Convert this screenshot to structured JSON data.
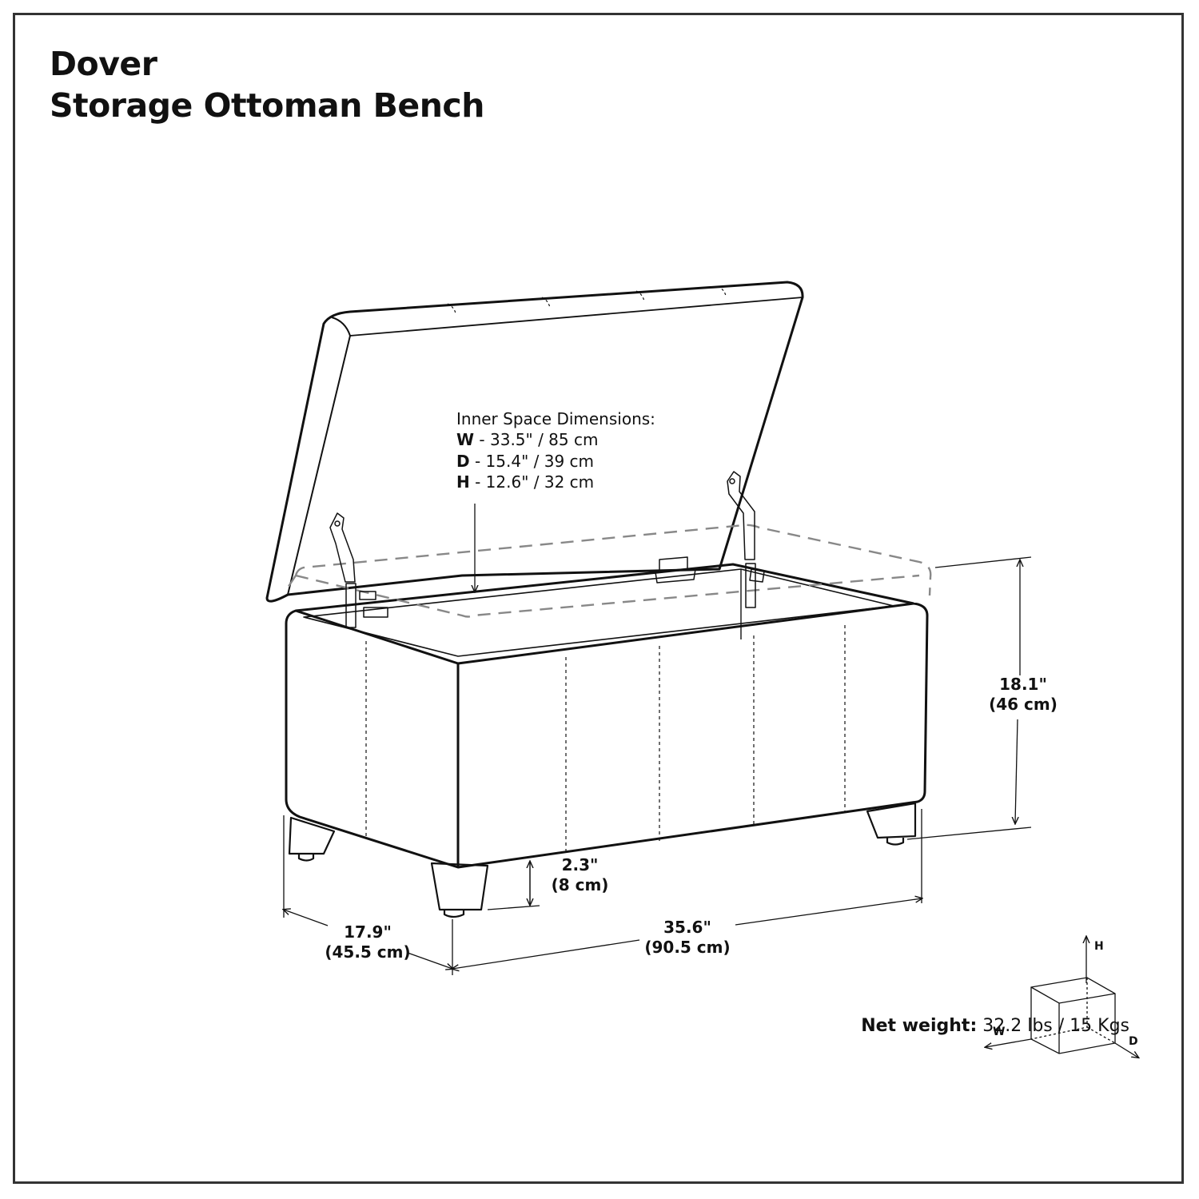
{
  "title": {
    "line1": "Dover",
    "line2": "Storage Ottoman Bench"
  },
  "inner_space": {
    "heading": "Inner Space Dimensions:",
    "rows": [
      {
        "key": "W",
        "value": " - 33.5\" / 85 cm"
      },
      {
        "key": "D",
        "value": " - 15.4\" / 39 cm"
      },
      {
        "key": "H",
        "value": " - 12.6\" / 32 cm"
      }
    ]
  },
  "dimensions": {
    "height": {
      "imperial": "18.1\"",
      "metric": "(46 cm)"
    },
    "leg": {
      "imperial": "2.3\"",
      "metric": "(8 cm)"
    },
    "width": {
      "imperial": "35.6\"",
      "metric": "(90.5 cm)"
    },
    "depth": {
      "imperial": "17.9\"",
      "metric": "(45.5 cm)"
    }
  },
  "axes": {
    "h": "H",
    "w": "W",
    "d": "D"
  },
  "net_weight": {
    "label": "Net weight:",
    "value": " 32.2 lbs / 15 Kgs"
  }
}
